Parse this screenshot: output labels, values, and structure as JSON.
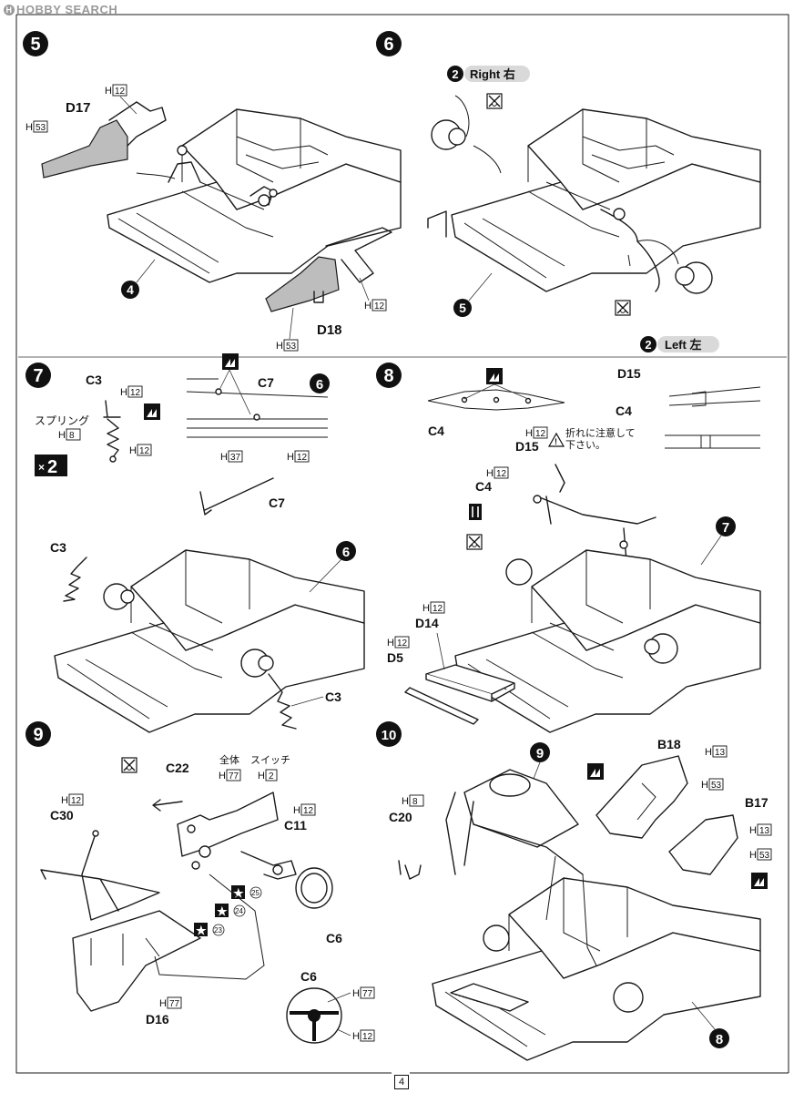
{
  "watermark": {
    "text": "HOBBY SEARCH",
    "badge": "H"
  },
  "page_number": "4",
  "steps": {
    "s5": {
      "number": "5",
      "labels": {
        "d17": "D17",
        "d18": "D18",
        "h12a": "12",
        "h12b": "12",
        "h53a": "53",
        "h53b": "53",
        "ref4": "4"
      }
    },
    "s6": {
      "number": "6",
      "right_ref": "2",
      "right": "Right 右",
      "left_ref": "2",
      "left": "Left 左",
      "ref5": "5"
    },
    "s7": {
      "number": "7",
      "c3": "C3",
      "c3b": "C3",
      "c3c": "C3",
      "c7": "C7",
      "c7b": "C7",
      "spring": "スプリング",
      "h8": "8",
      "h12a": "12",
      "h12b": "12",
      "h12c": "12",
      "h37": "37",
      "x2": "2",
      "ref6a": "6",
      "ref6b": "6"
    },
    "s8": {
      "number": "8",
      "c4a": "C4",
      "c4b": "C4",
      "c4c": "C4",
      "d15a": "D15",
      "d15b": "D15",
      "d14": "D14",
      "d5": "D5",
      "h12a": "12",
      "h12b": "12",
      "h12c": "12",
      "h12d": "12",
      "caution": "折れに注意して下さい。",
      "ref7": "7"
    },
    "s9": {
      "number": "9",
      "c22": "C22",
      "c30": "C30",
      "c11": "C11",
      "c6a": "C6",
      "c6b": "C6",
      "d16": "D16",
      "whole": "全体",
      "switch": "スイッチ",
      "h77a": "77",
      "h77b": "77",
      "h77c": "77",
      "h2": "2",
      "h12a": "12",
      "h12b": "12",
      "h12c": "12",
      "n23": "23",
      "n24": "24",
      "n25": "25"
    },
    "s10": {
      "number": "10",
      "b18": "B18",
      "b17": "B17",
      "c20": "C20",
      "h13a": "13",
      "h13b": "13",
      "h53a": "53",
      "h53b": "53",
      "h8": "8",
      "ref9": "9",
      "ref8": "8"
    }
  },
  "letter_h": "H"
}
